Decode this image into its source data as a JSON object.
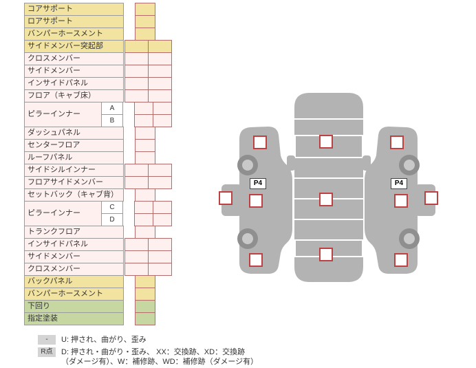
{
  "inspection_table": {
    "rows": [
      {
        "label": "コアサポート",
        "tone": "yellow",
        "cells": 1
      },
      {
        "label": "ロアサポート",
        "tone": "yellow",
        "cells": 1
      },
      {
        "label": "バンパーホースメント",
        "tone": "yellow",
        "cells": 1
      },
      {
        "label": "サイドメンバー突起部",
        "tone": "yellow",
        "cells": 2
      },
      {
        "label": "クロスメンバー",
        "tone": "pink",
        "cells": 2
      },
      {
        "label": "サイドメンバー",
        "tone": "pink",
        "cells": 2
      },
      {
        "label": "インサイドパネル",
        "tone": "pink",
        "cells": 2
      },
      {
        "label": "フロア（キャブ床）",
        "tone": "pink",
        "cells": 2
      },
      {
        "label": "ピラーインナー",
        "tone": "pink",
        "cells": 2,
        "subs": [
          "A",
          "B"
        ]
      },
      {
        "label": "ダッシュパネル",
        "tone": "pink",
        "cells": 1
      },
      {
        "label": "センターフロア",
        "tone": "pink",
        "cells": 1
      },
      {
        "label": "ルーフパネル",
        "tone": "pink",
        "cells": 1
      },
      {
        "label": "サイドシルインナー",
        "tone": "pink",
        "cells": 2
      },
      {
        "label": "フロアサイドメンバー",
        "tone": "pink",
        "cells": 2
      },
      {
        "label": "セットバック（キャブ背）",
        "tone": "pink",
        "cells": 1
      },
      {
        "label": "ピラーインナー",
        "tone": "pink",
        "cells": 2,
        "subs": [
          "C",
          "D"
        ]
      },
      {
        "label": "トランクフロア",
        "tone": "pink",
        "cells": 1
      },
      {
        "label": "インサイドパネル",
        "tone": "pink",
        "cells": 2
      },
      {
        "label": "サイドメンバー",
        "tone": "pink",
        "cells": 2
      },
      {
        "label": "クロスメンバー",
        "tone": "pink",
        "cells": 2
      },
      {
        "label": "バックパネル",
        "tone": "yellow",
        "cells": 1
      },
      {
        "label": "バンパーホースメント",
        "tone": "yellow",
        "cells": 1
      },
      {
        "label": "下回り",
        "tone": "green",
        "cells": 1
      },
      {
        "label": "指定塗装",
        "tone": "green",
        "cells": 1
      }
    ]
  },
  "diagram": {
    "panel_label_left": "P4",
    "panel_label_right": "P4"
  },
  "legend": {
    "items": [
      {
        "key": "-",
        "text": "U: 押され、曲がり、歪み"
      },
      {
        "key": "R点",
        "text": "D: 押され・曲がり・歪み、 XX：交換跡、XD：交換跡（ダメージ有）、W：補修跡、WD：補修跡（ダメージ有）"
      }
    ]
  },
  "colors": {
    "yellow_row": "#f2e4a0",
    "pink_row": "#fdf0ef",
    "green_row": "#c6d7a2",
    "cell_border": "#b36b6b",
    "marker_border": "#bf4040",
    "car_gray": "#b3b3b3"
  }
}
